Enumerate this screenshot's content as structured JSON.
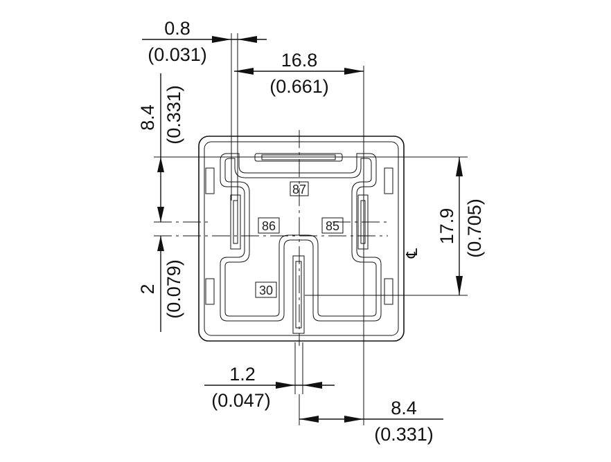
{
  "dimensions": {
    "pin_thickness": {
      "mm": "0.8",
      "in": "(0.031)"
    },
    "pin_spacing_horizontal": {
      "mm": "16.8",
      "in": "(0.661)"
    },
    "pin_offset_top": {
      "mm": "8.4",
      "in": "(0.331)"
    },
    "pin_spacing_vertical": {
      "mm": "17.9",
      "in": "(0.705)"
    },
    "pin_offset_bottom": {
      "mm": "2",
      "in": "(0.079)"
    },
    "pin30_thickness": {
      "mm": "1.2",
      "in": "(0.047)"
    },
    "pin30_offset": {
      "mm": "8.4",
      "in": "(0.331)"
    }
  },
  "terminals": {
    "t87": "87",
    "t86": "86",
    "t85": "85",
    "t30": "30"
  },
  "centerline_symbol": "℄"
}
